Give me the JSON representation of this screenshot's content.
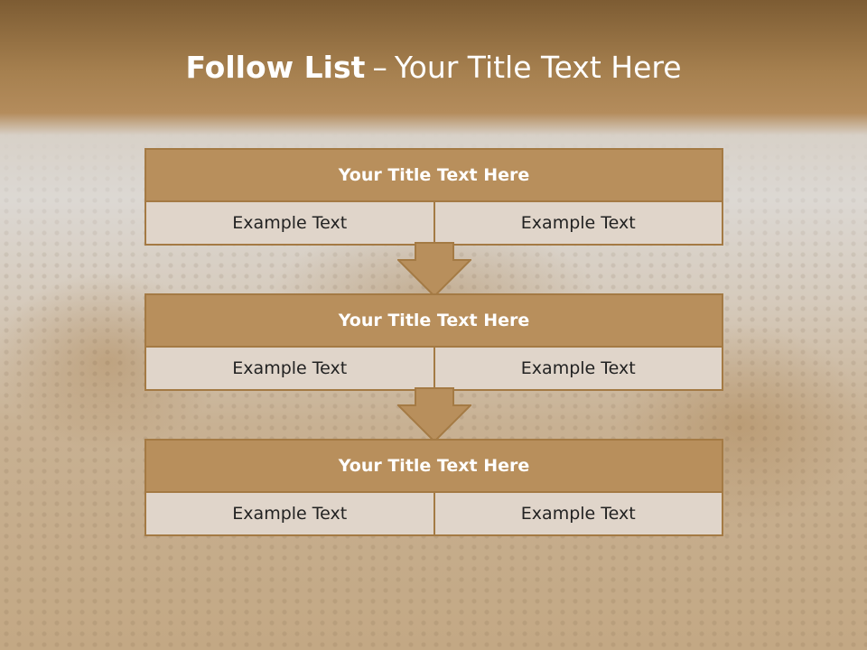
{
  "slide": {
    "title_bold": "Follow List",
    "title_separator": "–",
    "title_rest": "Your Title Text Here"
  },
  "steps": [
    {
      "heading": "Your Title Text Here",
      "left": "Example Text",
      "right": "Example Text"
    },
    {
      "heading": "Your Title Text Here",
      "left": "Example Text",
      "right": "Example Text"
    },
    {
      "heading": "Your Title Text Here",
      "left": "Example Text",
      "right": "Example Text"
    }
  ],
  "colors": {
    "header_fill": "#b88f5c",
    "border": "#a47a44",
    "cell_fill": "#e0d5ca",
    "arrow_fill": "#b88f5c"
  }
}
